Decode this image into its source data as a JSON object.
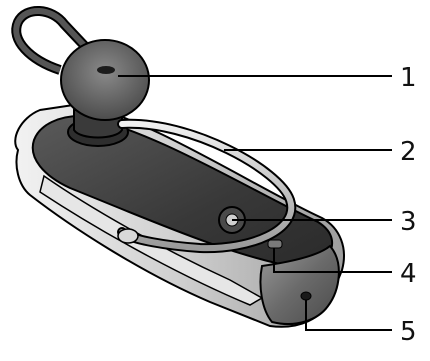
{
  "diagram": {
    "callouts": [
      {
        "number": "1"
      },
      {
        "number": "2"
      },
      {
        "number": "3"
      },
      {
        "number": "4"
      },
      {
        "number": "5"
      }
    ]
  },
  "colors": {
    "outline": "#000000",
    "body_dark": "#3c3c3c",
    "body_mid": "#8a8a8a",
    "body_light": "#d9d9d9",
    "silver": "#c8c8c8"
  }
}
